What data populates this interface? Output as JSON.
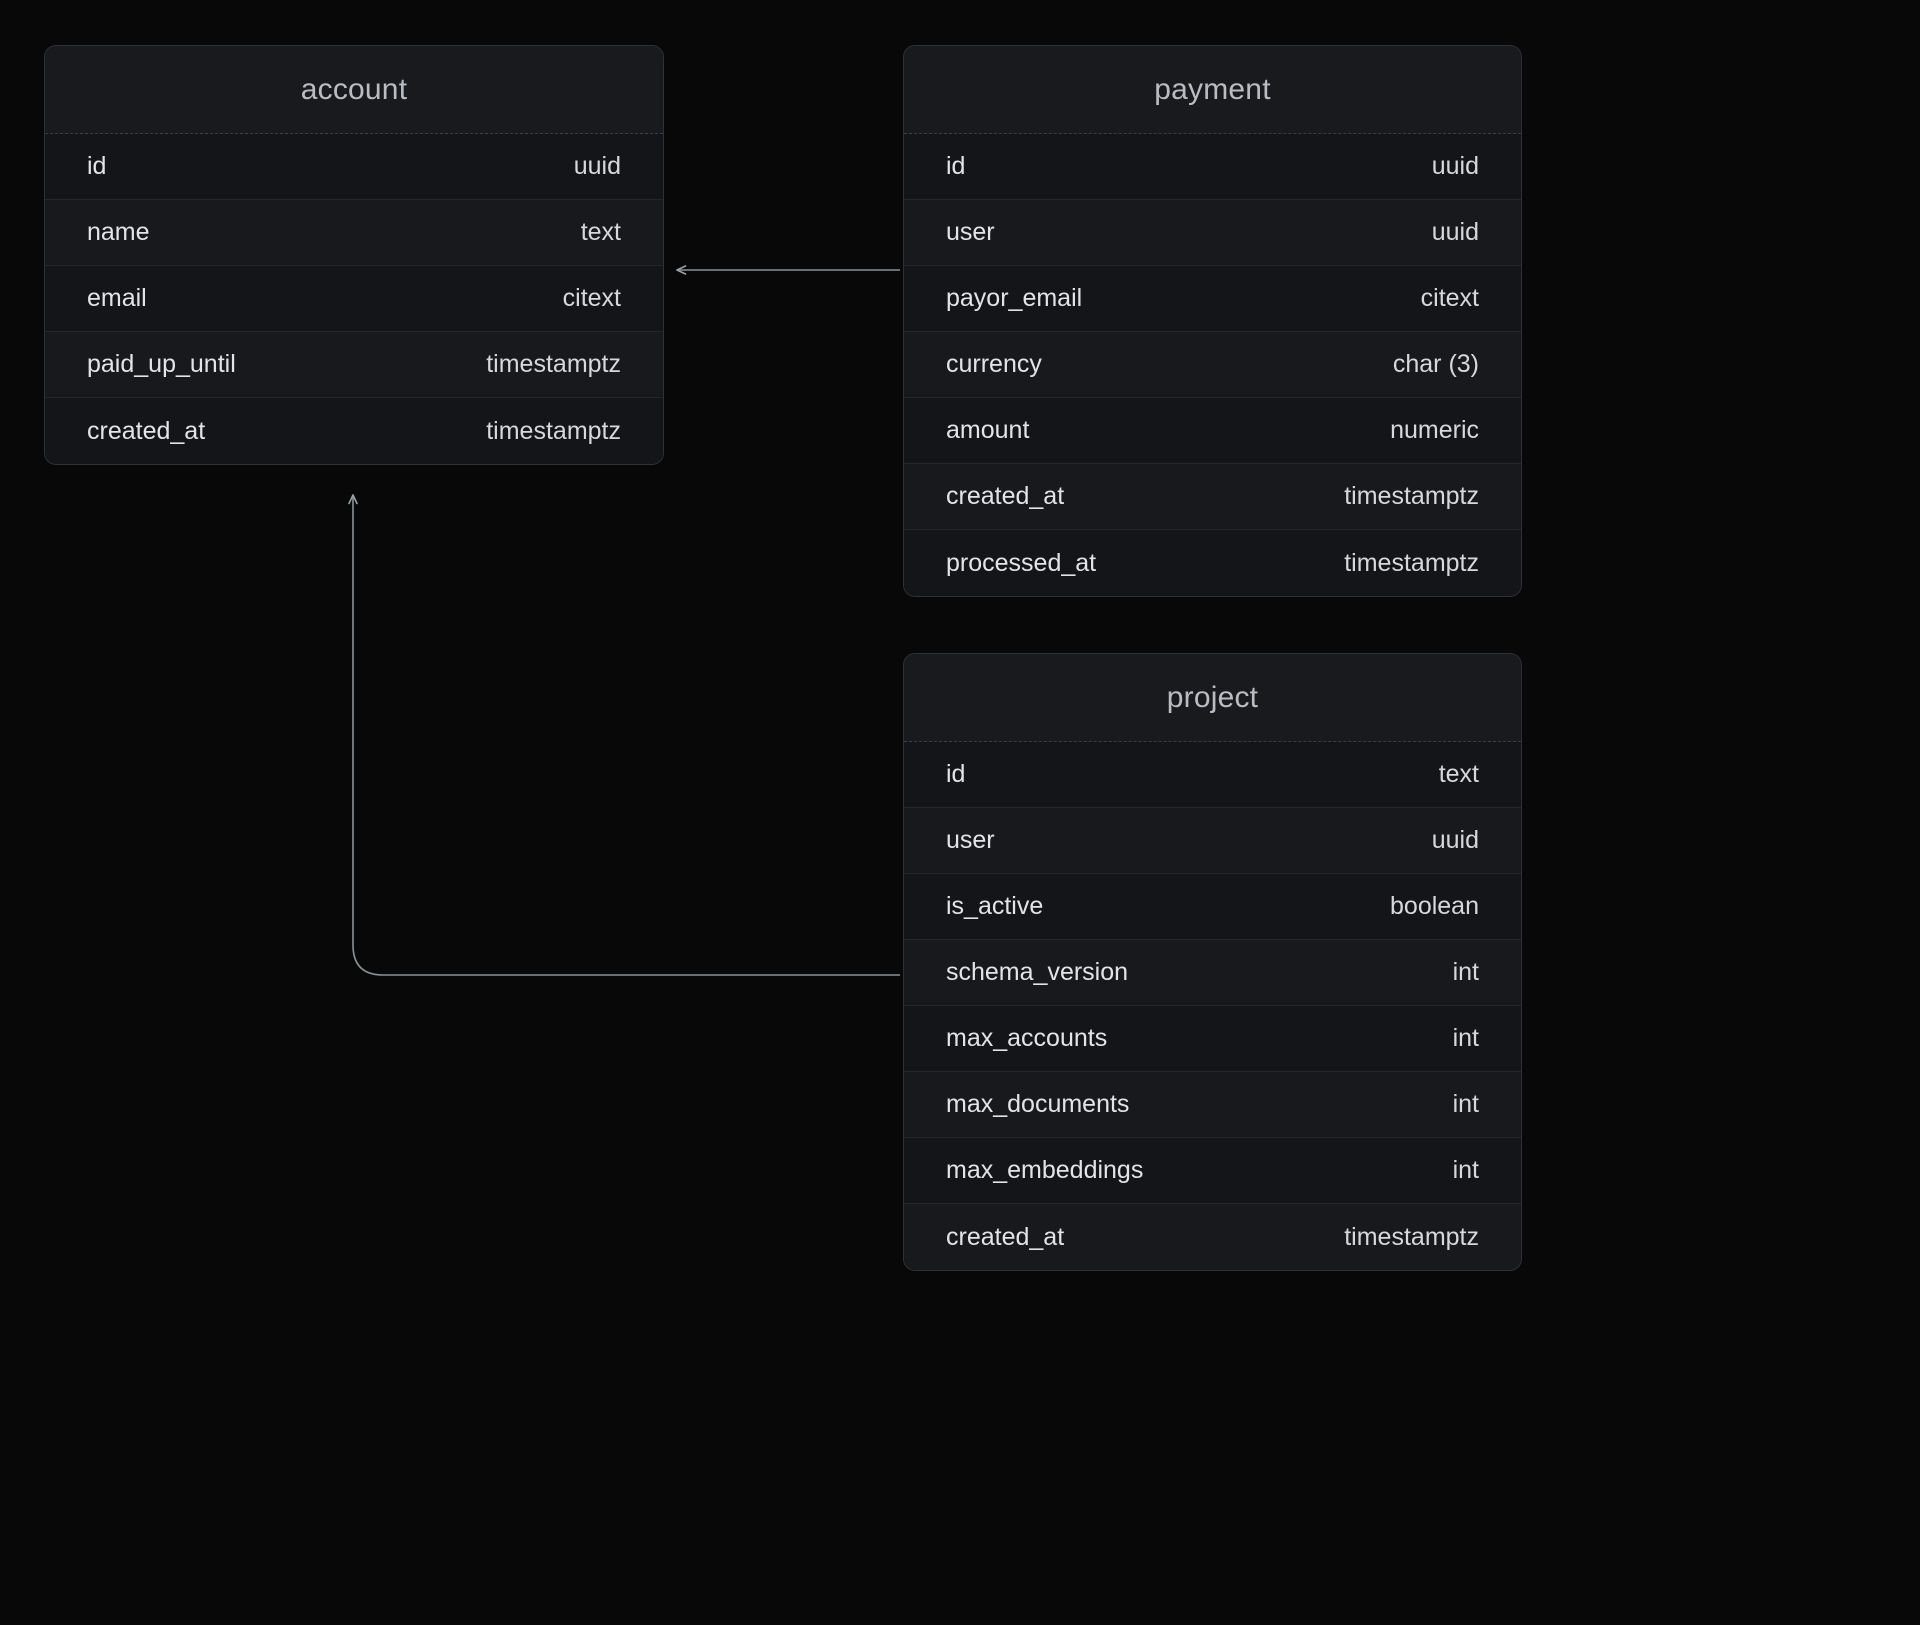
{
  "diagram": {
    "kind": "entity-relationship-diagram",
    "background_color": "#080808",
    "entity_border_color": "#2e3136",
    "edge_color": "#9aa0a6",
    "entities": [
      {
        "name": "account",
        "fields": [
          {
            "name": "id",
            "type": "uuid"
          },
          {
            "name": "name",
            "type": "text"
          },
          {
            "name": "email",
            "type": "citext"
          },
          {
            "name": "paid_up_until",
            "type": "timestamptz"
          },
          {
            "name": "created_at",
            "type": "timestamptz"
          }
        ]
      },
      {
        "name": "payment",
        "fields": [
          {
            "name": "id",
            "type": "uuid"
          },
          {
            "name": "user",
            "type": "uuid"
          },
          {
            "name": "payor_email",
            "type": "citext"
          },
          {
            "name": "currency",
            "type": "char (3)"
          },
          {
            "name": "amount",
            "type": "numeric"
          },
          {
            "name": "created_at",
            "type": "timestamptz"
          },
          {
            "name": "processed_at",
            "type": "timestamptz"
          }
        ]
      },
      {
        "name": "project",
        "fields": [
          {
            "name": "id",
            "type": "text"
          },
          {
            "name": "user",
            "type": "uuid"
          },
          {
            "name": "is_active",
            "type": "boolean"
          },
          {
            "name": "schema_version",
            "type": "int"
          },
          {
            "name": "max_accounts",
            "type": "int"
          },
          {
            "name": "max_documents",
            "type": "int"
          },
          {
            "name": "max_embeddings",
            "type": "int"
          },
          {
            "name": "created_at",
            "type": "timestamptz"
          }
        ]
      }
    ],
    "relationships": [
      {
        "from": "payment",
        "to": "account",
        "style": "orthogonal-arrow"
      },
      {
        "from": "project",
        "to": "account",
        "style": "orthogonal-arrow"
      }
    ]
  }
}
